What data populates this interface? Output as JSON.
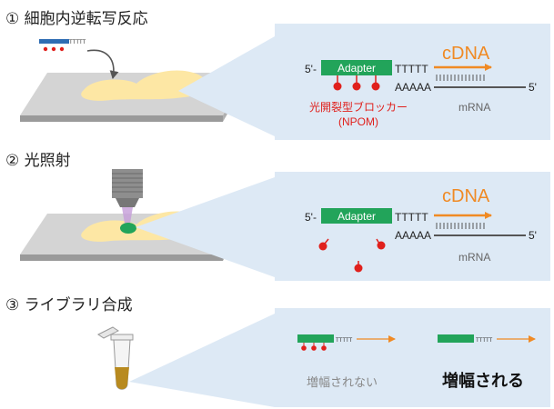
{
  "steps": [
    {
      "title": "① 細胞内逆転写反応"
    },
    {
      "title": "② 光照射"
    },
    {
      "title": "③ ライブラリ合成"
    }
  ],
  "panel1": {
    "five_prime": "5'-",
    "adapter_label": "Adapter",
    "polyT": "TTTTT",
    "cdna_label": "cDNA",
    "polyA": "AAAAA",
    "mrna_five_prime": "5'",
    "mrna_label": "mRNA",
    "blocker_label_line1": "光開裂型ブロッカー",
    "blocker_label_line2": "(NPOM)"
  },
  "panel2": {
    "five_prime": "5'-",
    "adapter_label": "Adapter",
    "polyT": "TTTTT",
    "cdna_label": "cDNA",
    "polyA": "AAAAA",
    "mrna_five_prime": "5'",
    "mrna_label": "mRNA"
  },
  "panel3": {
    "polyT_left": "TTTTT",
    "polyT_right": "TTTTT",
    "not_amplified": "増幅されない",
    "amplified": "増幅される"
  },
  "step1_probe_polyT": "TTTTT",
  "colors": {
    "adapter_green": "#22a45a",
    "blocker_red": "#e0201c",
    "arrow_orange": "#f08a24",
    "panel_bg": "#dde9f5",
    "cell_yellow": "#fde7a4",
    "slide_gray": "#d4d4d4",
    "probe_blue": "#2f6db3"
  }
}
